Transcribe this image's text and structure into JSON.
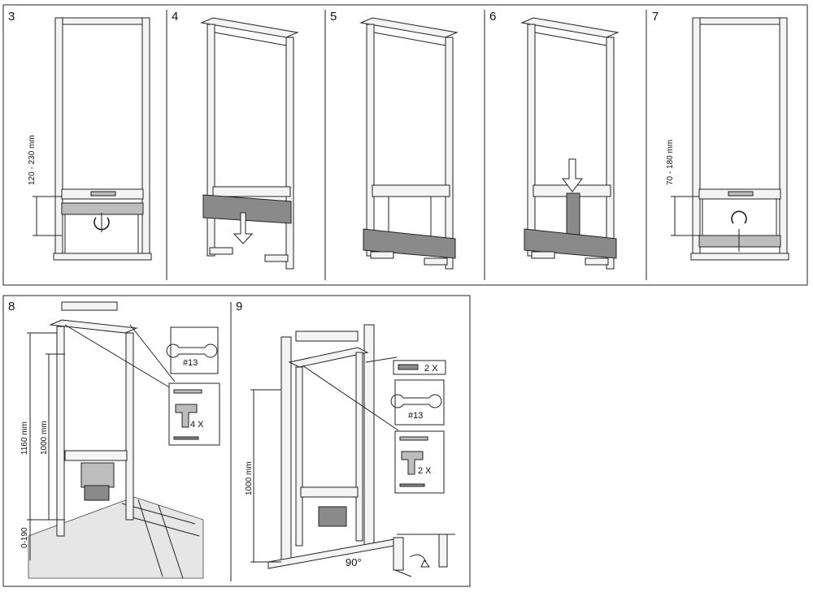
{
  "top_panel": {
    "steps": [
      {
        "number": "3",
        "dimension": "120 - 230 mm"
      },
      {
        "number": "4"
      },
      {
        "number": "5"
      },
      {
        "number": "6"
      },
      {
        "number": "7",
        "dimension": "70 - 180 mm"
      }
    ]
  },
  "bottom_left": {
    "number": "8",
    "dim_height": "1160 mm",
    "dim_inner": "1000 mm",
    "dim_floor": "0-190",
    "wrench_label": "#13",
    "drill_label": "4 X"
  },
  "bottom_mid": {
    "number": "9",
    "dim_height": "1000 mm",
    "bolt_label": "2 X",
    "wrench_label": "#13",
    "drill_label": "2 X",
    "angle_label": "90°"
  }
}
